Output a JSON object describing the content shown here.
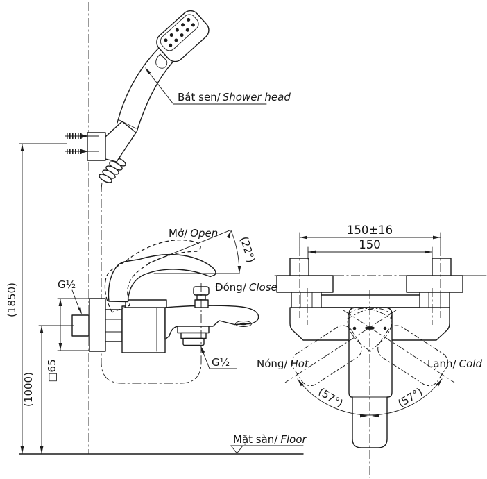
{
  "drawing": {
    "kind": "technical installation drawing",
    "subject": "wall-mounted bath/shower mixer with hand shower",
    "line_color": "#1c1c1c",
    "background_color": "#ffffff"
  },
  "labels": {
    "shower_head": {
      "vi": "Bát sen/",
      "en": "Shower head"
    },
    "open": {
      "vi": "Mở/",
      "en": "Open"
    },
    "close": {
      "vi": "Đóng/",
      "en": "Close"
    },
    "hot": {
      "vi": "Nóng/",
      "en": "Hot"
    },
    "cold": {
      "vi": "Lạnh/",
      "en": "Cold"
    },
    "floor": {
      "vi": "Mặt sàn/",
      "en": "Floor"
    }
  },
  "dimensions": {
    "install_height": "(1850)",
    "mixer_height": "(1000)",
    "escutcheon_size": "□65",
    "inlet_thread": "G½",
    "outlet_thread": "G½",
    "lever_open_angle": "(22°)",
    "pitch_tolerance": "150±16",
    "pitch": "150",
    "swing_left": "(57°)",
    "swing_right": "(57°)"
  }
}
